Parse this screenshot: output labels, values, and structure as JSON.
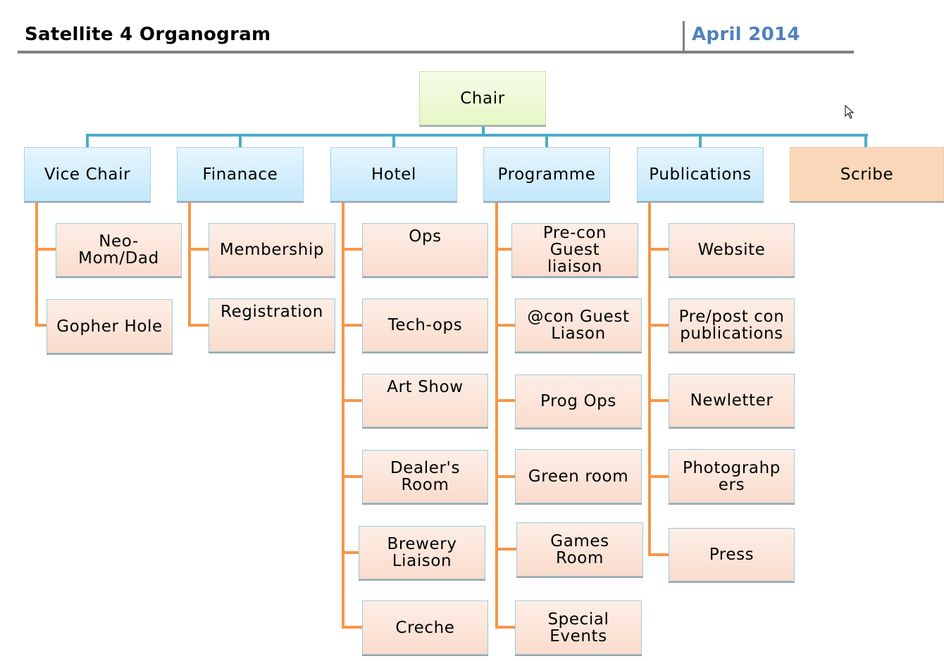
{
  "header": {
    "title": "Satellite 4 Organogram",
    "date": "April 2014"
  },
  "colors": {
    "connector_top": "#4bacc6",
    "connector_child": "#f79646",
    "date_text": "#4f81bd",
    "chair_fill": "#e6f7c6",
    "department_fill": "#c4e8fb",
    "scribe_fill": "#fad7b8",
    "child_fill": "#fadccd"
  },
  "org": {
    "root": "Chair",
    "departments": [
      {
        "name": "Vice Chair",
        "children": [
          "Neo-Mom/Dad",
          "Gopher Hole"
        ]
      },
      {
        "name": "Finanace",
        "children": [
          "Membership",
          "Registration"
        ]
      },
      {
        "name": "Hotel",
        "children": [
          "Ops",
          "Tech-ops",
          "Art Show",
          "Dealer's Room",
          "Brewery Liaison",
          "Creche"
        ]
      },
      {
        "name": "Programme",
        "children": [
          "Pre-con Guest liaison",
          "@con Guest Liason",
          "Prog Ops",
          "Green room",
          "Games Room",
          "Special Events"
        ]
      },
      {
        "name": "Publications",
        "children": [
          "Website",
          "Pre/post con publications",
          "Newletter",
          "Photograhpers",
          "Press"
        ]
      },
      {
        "name": "Scribe",
        "children": []
      }
    ]
  },
  "labels": {
    "neo_mom_dad": [
      "Neo-",
      "Mom/Dad"
    ],
    "precon": [
      "Pre-con",
      "Guest",
      "liaison"
    ],
    "atcon": [
      "@con Guest",
      "Liason"
    ],
    "dealers": [
      "Dealer's",
      "Room"
    ],
    "brewery": [
      "Brewery",
      "Liaison"
    ],
    "games": [
      "Games",
      "Room"
    ],
    "special": [
      "Special",
      "Events"
    ],
    "prepost": [
      "Pre/post con",
      "publications"
    ],
    "photographers": [
      "Photograhp",
      "ers"
    ]
  }
}
